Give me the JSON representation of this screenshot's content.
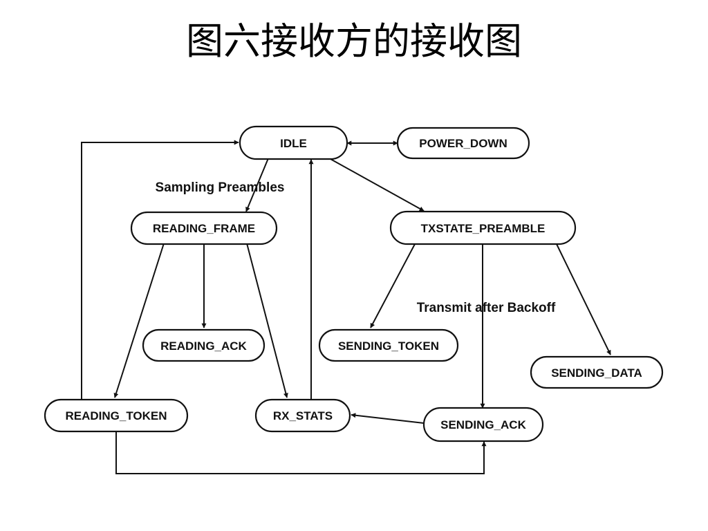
{
  "title": "图六接收方的接收图",
  "diagram": {
    "states": {
      "idle": "IDLE",
      "power_down": "POWER_DOWN",
      "reading_frame": "READING_FRAME",
      "txstate_preamble": "TXSTATE_PREAMBLE",
      "reading_ack": "READING_ACK",
      "sending_token": "SENDING_TOKEN",
      "sending_data": "SENDING_DATA",
      "reading_token": "READING_TOKEN",
      "rx_stats": "RX_STATS",
      "sending_ack": "SENDING_ACK"
    },
    "edge_labels": {
      "sampling_preambles": "Sampling Preambles",
      "transmit_after_backoff": "Transmit after Backoff"
    }
  }
}
